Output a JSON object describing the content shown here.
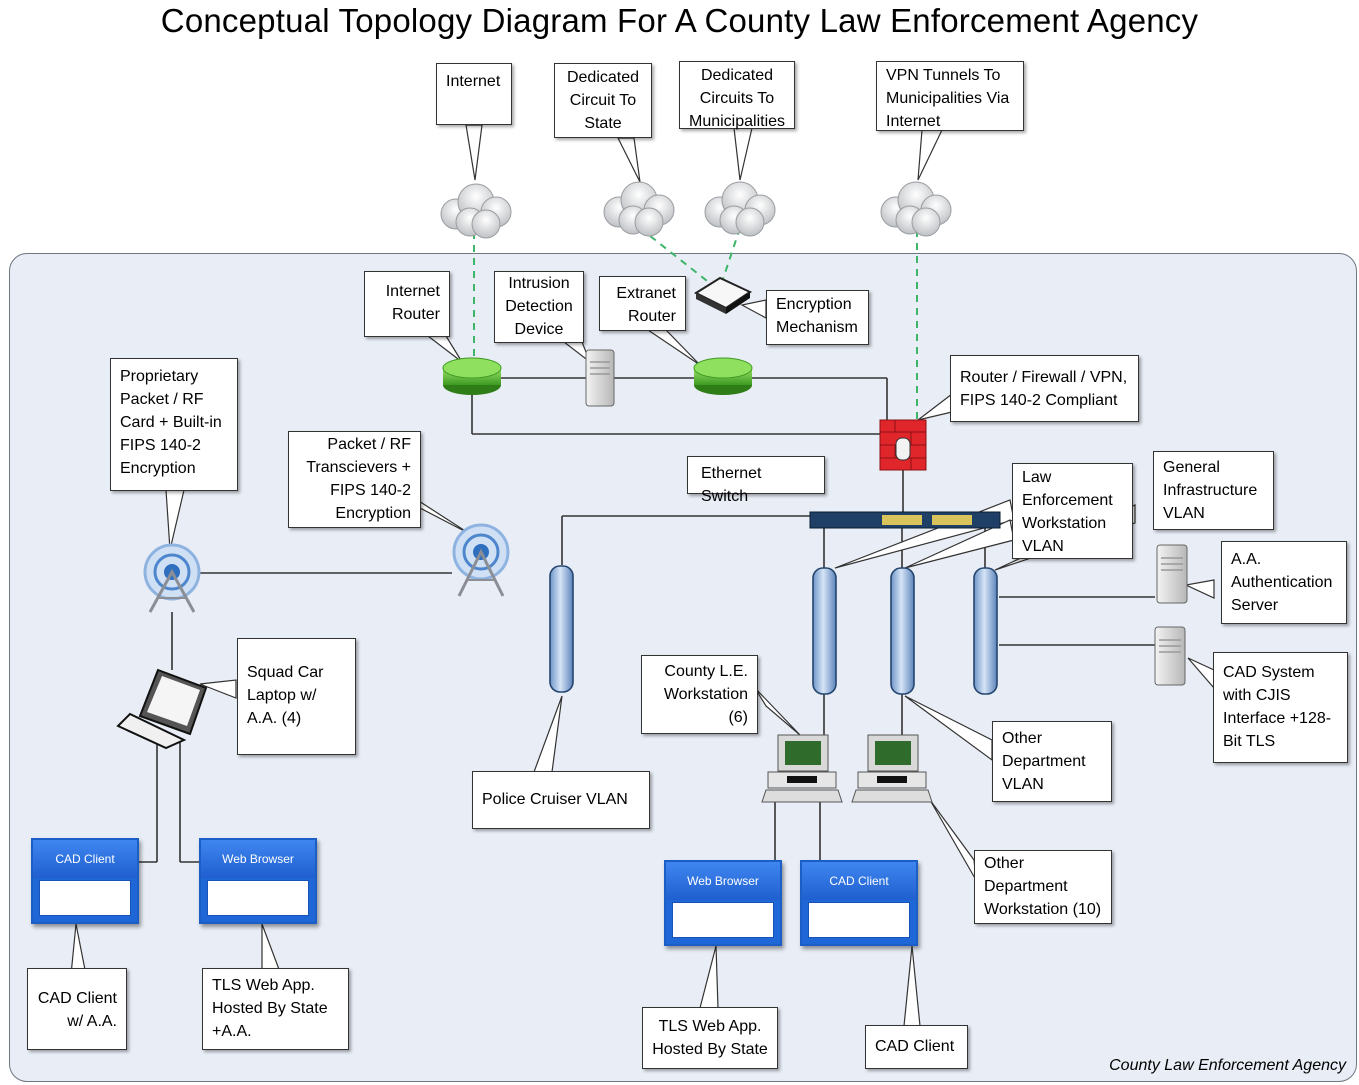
{
  "title": "Conceptual Topology Diagram For A County Law Enforcement Agency",
  "footer": "County Law Enforcement Agency",
  "callouts": {
    "internet": "Internet",
    "dedicated_state": "Dedicated\nCircuit To\nState",
    "dedicated_muni": "Dedicated\nCircuits To\nMunicipalities",
    "vpn_tunnels": "VPN Tunnels To\nMunicipalities Via\nInternet",
    "internet_router": "Internet\nRouter",
    "intrusion": "Intrusion\nDetection\nDevice",
    "extranet": "Extranet\nRouter",
    "encryption": "Encryption\nMechanism",
    "firewall": "Router / Firewall / VPN,\nFIPS 140-2 Compliant",
    "proprietary": "Proprietary\nPacket / RF\nCard + Built-in\nFIPS 140-2\nEncryption",
    "transceivers": "Packet / RF\nTranscievers +\nFIPS 140-2\nEncryption",
    "ethernet_switch": "Ethernet Switch",
    "le_vlan": "Law\nEnforcement\nWorkstation\nVLAN",
    "gi_vlan": "General\nInfrastructure\nVLAN",
    "aa_server": "A.A.\nAuthentication\nServer",
    "cad_system": "CAD System\nwith CJIS\nInterface +128-\nBit TLS",
    "squad_laptop": "Squad Car\nLaptop w/\nA.A. (4)",
    "police_vlan": "Police Cruiser VLAN",
    "county_ws": "County L.E.\nWorkstation\n(6)",
    "other_vlan": "Other\nDepartment\nVLAN",
    "other_ws": "Other\nDepartment\nWorkstation (10)",
    "cad_client_aa": "CAD Client\nw/ A.A.",
    "tls_aa": "TLS Web App.\nHosted By State\n+A.A.",
    "tls_state": "TLS Web App.\nHosted By State",
    "cad_client": "CAD Client"
  },
  "apps": {
    "cad1": "CAD Client",
    "web1": "Web Browser",
    "web2": "Web Browser",
    "cad2": "CAD Client"
  },
  "colors": {
    "panel": "#e9eef6",
    "dashed_link": "#3fb56a",
    "router_green": "#5fc43b",
    "firewall_red": "#e0262b",
    "app_blue": "#1f66d6",
    "vlan_tube": "#a9c4e6"
  }
}
